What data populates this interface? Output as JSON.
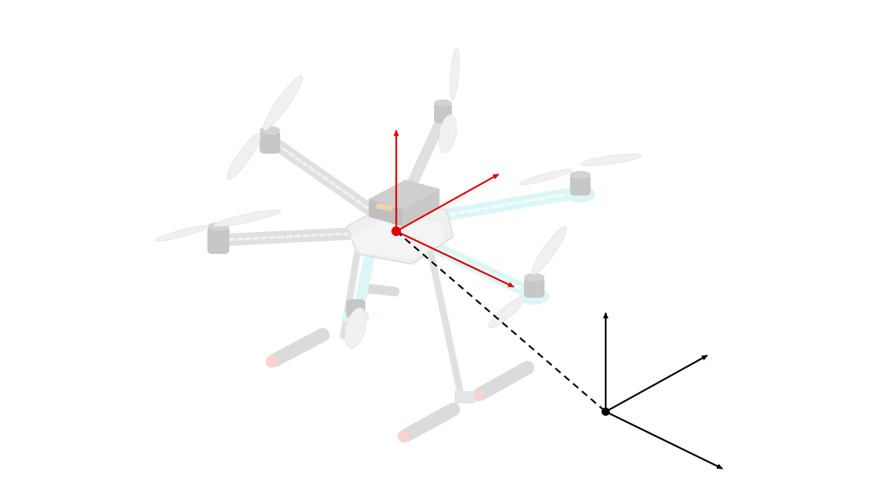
{
  "diagram": {
    "subject": "hexacopter-drone",
    "body_frame": {
      "axes": 3,
      "color": "#e00000"
    },
    "world_frame": {
      "axes": 3,
      "color": "#000000"
    },
    "connector": {
      "style": "dashed",
      "color": "#000000"
    },
    "drone_palette": {
      "frame": "#d9d9d9",
      "frame_dark": "#b8b8b8",
      "arm_accent": "#bfeeee",
      "motor": "#9a9a9a",
      "propeller": "#e6e6e6",
      "foot_tip": "#f0b0b0"
    }
  }
}
